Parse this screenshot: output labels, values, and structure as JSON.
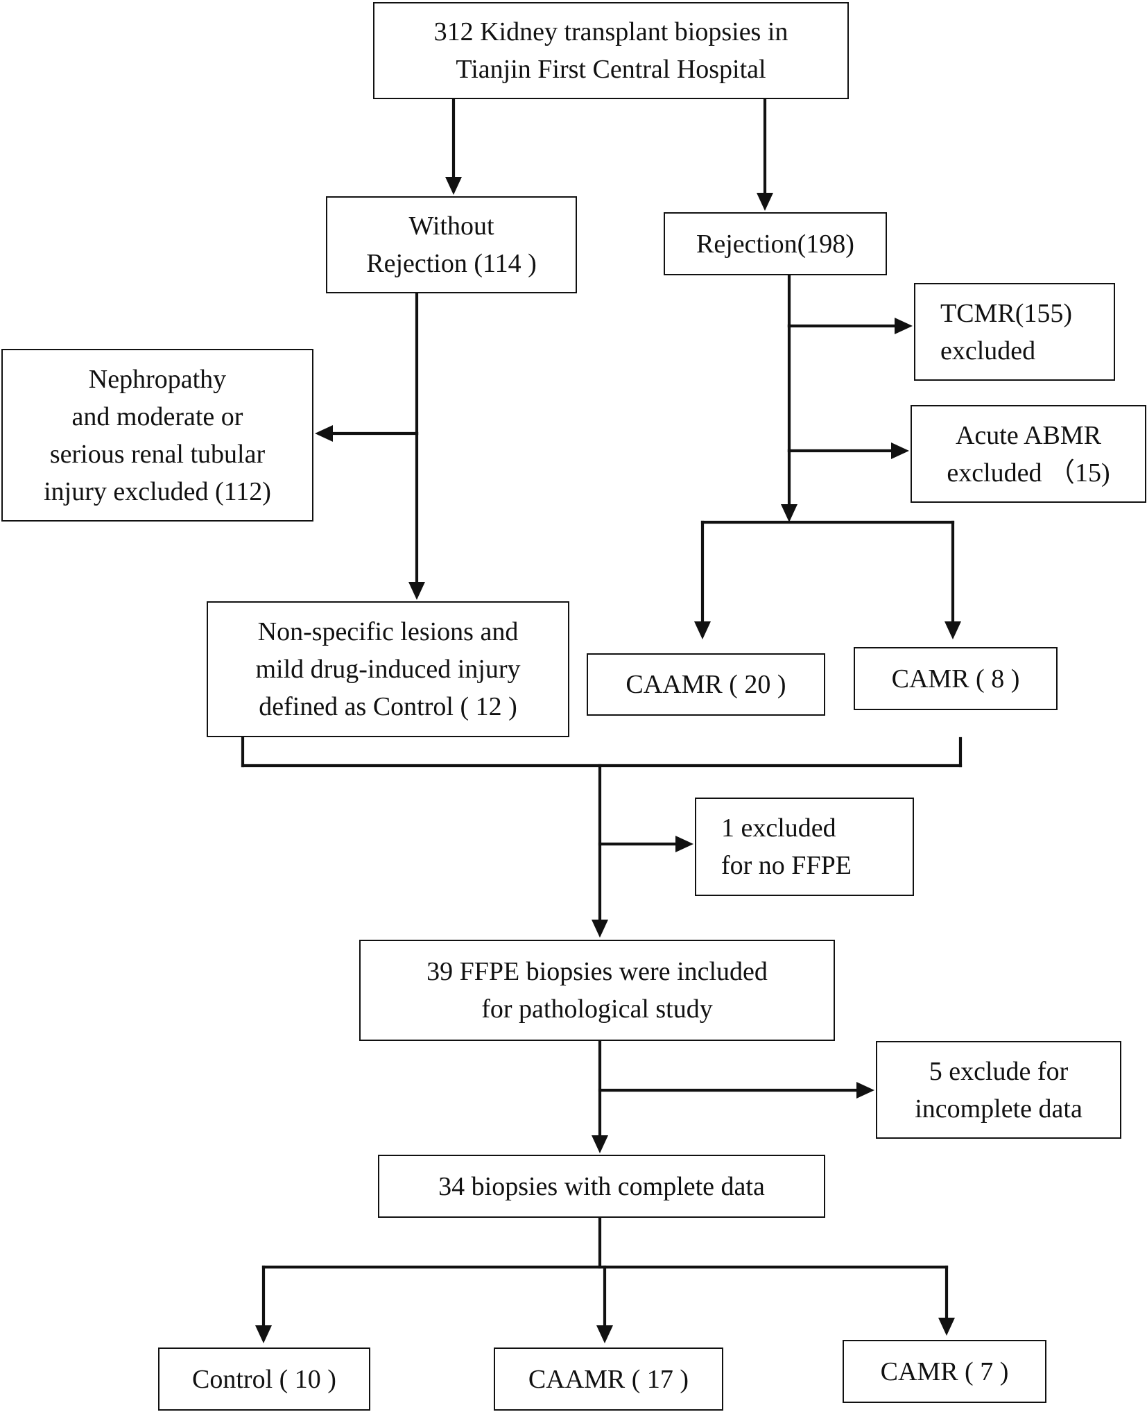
{
  "diagram": {
    "line_color": "#111111",
    "box_border_color": "#111111",
    "background": "#ffffff",
    "nodes": {
      "start": {
        "lines": [
          "312 Kidney transplant biopsies in",
          "Tianjin First Central Hospital"
        ]
      },
      "without_rejection": {
        "lines": [
          "Without",
          "Rejection (114  )"
        ]
      },
      "rejection": {
        "lines": [
          "Rejection(198)"
        ]
      },
      "tcmr": {
        "lines": [
          "TCMR(155)",
          "excluded"
        ]
      },
      "acute_abmr": {
        "lines": [
          "Acute ABMR",
          "excluded （15)"
        ]
      },
      "nephropathy": {
        "lines": [
          "Nephropathy",
          "and moderate or",
          "serious renal tubular",
          "injury excluded (112)"
        ]
      },
      "control_group": {
        "lines": [
          "Non-specific lesions and",
          "mild  drug-induced injury",
          "defined as Control ( 12 )"
        ]
      },
      "caamr_group": {
        "lines": [
          "CAAMR ( 20 )"
        ]
      },
      "camr_group": {
        "lines": [
          "CAMR ( 8 )"
        ]
      },
      "excluded_ffpe": {
        "lines": [
          "1 excluded",
          "for no FFPE"
        ]
      },
      "ffpe_included": {
        "lines": [
          "39  FFPE  biopsies were  included",
          "for pathological study"
        ]
      },
      "exclude_incomplete": {
        "lines": [
          "5  exclude for",
          "incomplete  data"
        ]
      },
      "complete_data": {
        "lines": [
          "34  biopsies  with complete  data"
        ]
      },
      "final_control": {
        "lines": [
          "Control ( 10 )"
        ]
      },
      "final_caamr": {
        "lines": [
          "CAAMR ( 17 )"
        ]
      },
      "final_camr": {
        "lines": [
          "CAMR ( 7 )"
        ]
      }
    }
  }
}
